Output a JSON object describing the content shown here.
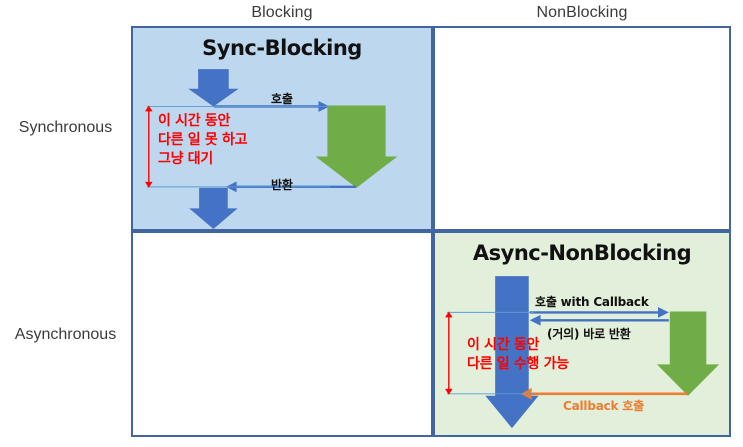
{
  "diagram": {
    "columns": [
      {
        "key": "blocking",
        "label": "Blocking"
      },
      {
        "key": "nonblocking",
        "label": "NonBlocking"
      }
    ],
    "rows": [
      {
        "key": "synchronous",
        "label": "Synchronous"
      },
      {
        "key": "asynchronous",
        "label": "Asynchronous"
      }
    ],
    "colors": {
      "sync_blocking_bg": "#BDD7EE",
      "async_nonblocking_bg": "#E2EFDA",
      "empty_bg": "#FFFFFF",
      "cell_border": "#41659E",
      "blue_arrow": "#4472C4",
      "green_arrow": "#70AD47",
      "orange_arrow": "#ED7D31",
      "red_text": "#FF0000",
      "title_text": "#111111"
    },
    "cells": [
      {
        "key": "sync-blocking",
        "row": "synchronous",
        "column": "blocking",
        "title": "Sync-Blocking",
        "empty": false,
        "note": "이 시간 동안\n다른 일 못 하고\n그냥 대기",
        "captions": [
          {
            "key": "call",
            "text": "호출",
            "color": "#111111"
          },
          {
            "key": "return",
            "text": "반환",
            "color": "#111111"
          }
        ]
      },
      {
        "key": "sync-nonblocking",
        "row": "synchronous",
        "column": "nonblocking",
        "title": "",
        "empty": true,
        "note": "",
        "captions": []
      },
      {
        "key": "async-blocking",
        "row": "asynchronous",
        "column": "blocking",
        "title": "",
        "empty": true,
        "note": "",
        "captions": []
      },
      {
        "key": "async-nonblocking",
        "row": "asynchronous",
        "column": "nonblocking",
        "title": "Async-NonBlocking",
        "empty": false,
        "note": "이 시간 동안\n다른 일 수행 가능",
        "captions": [
          {
            "key": "call-with-callback",
            "text": "호출 with Callback",
            "color": "#111111"
          },
          {
            "key": "immediate-return",
            "text": "(거의) 바로 반환",
            "color": "#111111"
          },
          {
            "key": "callback-invoke",
            "text": "Callback 호출",
            "color": "#ED7D31"
          }
        ]
      }
    ]
  }
}
